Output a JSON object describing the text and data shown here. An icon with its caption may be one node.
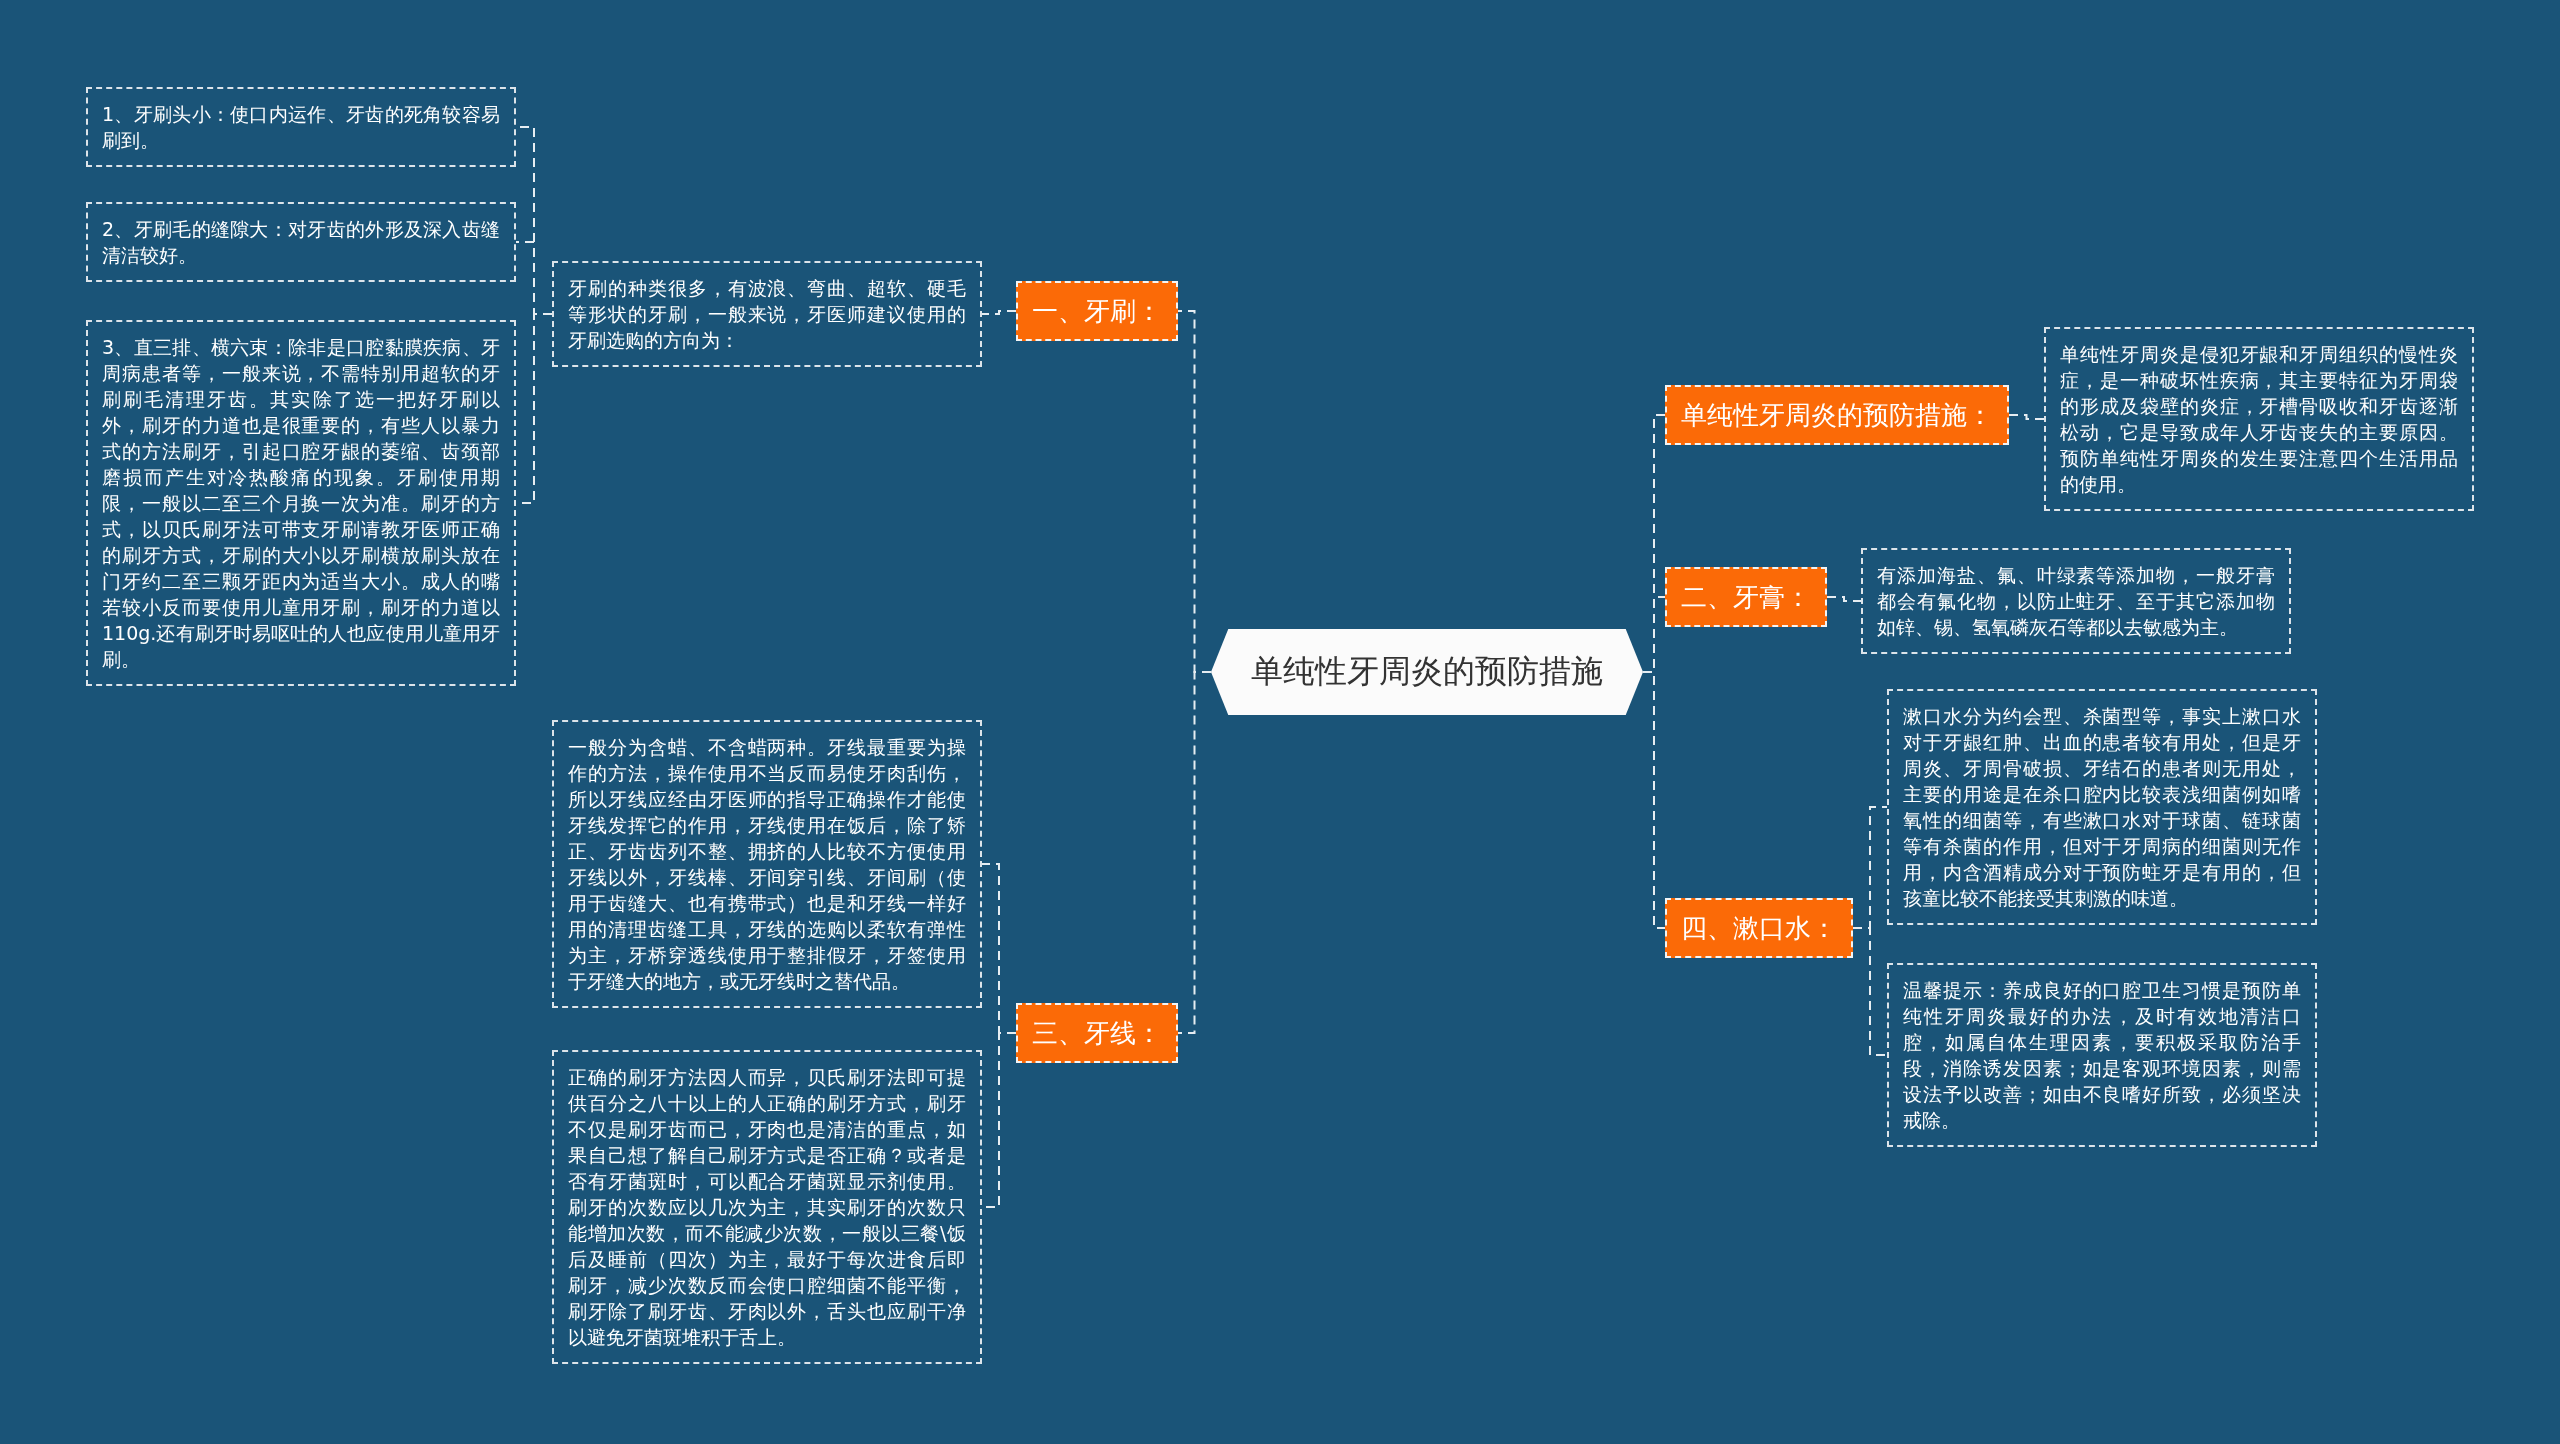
{
  "diagram": {
    "nodes": [
      {
        "text": [
          "单纯性牙周炎的预防措施"
        ]
      },
      {
        "text": [
          "一、牙刷："
        ]
      },
      {
        "text": [
          "牙刷的种类很多，有波浪、弯曲、超软、硬毛等形状的牙刷，一般来说，牙医师建议使用的牙刷选购的方向为："
        ]
      },
      {
        "text": [
          "1、牙刷头小：使口内运作、牙齿的死角较容易刷到。"
        ]
      },
      {
        "text": [
          "2、牙刷毛的缝隙大：对牙齿的外形及深入齿缝清洁较好。"
        ]
      },
      {
        "text": [
          "3、直三排、横六束：除非是口腔黏膜疾病、牙周病患者等，一般来说，不需特别用超软的牙刷刷毛清理牙齿。其实除了选一把好牙刷以外，刷牙的力道也是很重要的，有些人以暴力式的方法刷牙，引起口腔牙龈的萎缩、齿颈部磨损而产生对冷热酸痛的现象。牙刷使用期限，一般以二至三个月换一次为准。刷牙的方式，以贝氏刷牙法可带支牙刷请教牙医师正确的刷牙方式，牙刷的大小以牙刷横放刷头放在门牙约二至三颗牙距内为适当大小。成人的嘴若较小反而要使用儿童用牙刷，刷牙的力道以110g.还有刷牙时易呕吐的人也应使用儿童用牙刷。"
        ]
      },
      {
        "text": [
          "三、牙线："
        ]
      },
      {
        "text": [
          "一般分为含蜡、不含蜡两种。牙线最重要为操作的方法，操作使用不当反而易使牙肉刮伤，所以牙线应经由牙医师的指导正确操作才能使牙线发挥它的作用，牙线使用在饭后，除了矫正、牙齿齿列不整、拥挤的人比较不方便使用牙线以外，牙线棒、牙间穿引线、牙间刷（使用于齿缝大、也有携带式）也是和牙线一样好用的清理齿缝工具，牙线的选购以柔软有弹性为主，牙桥穿透线使用于整排假牙，牙签使用于牙缝大的地方，或无牙线时之替代品。"
        ]
      },
      {
        "text": [
          "正确的刷牙方法因人而异，贝氏刷牙法即可提供百分之八十以上的人正确的刷牙方式，刷牙不仅是刷牙齿而已，牙肉也是清洁的重点，如果自己想了解自己刷牙方式是否正确？或者是否有牙菌斑时，可以配合牙菌斑显示剂使用。刷牙的次数应以几次为主，其实刷牙的次数只能增加次数，而不能减少次数，一般以三餐\\饭后及睡前（四次）为主，最好于每次进食后即刷牙，减少次数反而会使口腔细菌不能平衡，刷牙除了刷牙齿、牙肉以外，舌头也应刷干净以避免牙菌斑堆积于舌上。"
        ]
      },
      {
        "text": [
          "单纯性牙周炎的预防措施："
        ]
      },
      {
        "text": [
          "单纯性牙周炎是侵犯牙龈和牙周组织的慢性炎症，是一种破坏性疾病，其主要特征为牙周袋的形成及袋壁的炎症，牙槽骨吸收和牙齿逐渐松动，它是导致成年人牙齿丧失的主要原因。预防单纯性牙周炎的发生要注意四个生活用品的使用。"
        ]
      },
      {
        "text": [
          "二、牙膏："
        ]
      },
      {
        "text": [
          "有添加海盐、氟、叶绿素等添加物，一般牙膏都会有氟化物，以防止蛀牙、至于其它添加物如锌、锡、氢氧磷灰石等都以去敏感为主。"
        ]
      },
      {
        "text": [
          "四、漱口水："
        ]
      },
      {
        "text": [
          "漱口水分为约会型、杀菌型等，事实上漱口水对于牙龈红肿、出血的患者较有用处，但是牙周炎、牙周骨破损、牙结石的患者则无用处，主要的用途是在杀口腔内比较表浅细菌例如嗜氧性的细菌等，有些漱口水对于球菌、链球菌等有杀菌的作用，但对于牙周病的细菌则无作用，内含酒精成分对于预防蛀牙是有用的，但孩童比较不能接受其刺激的味道。"
        ]
      },
      {
        "text": [
          "温馨提示：养成良好的口腔卫生习惯是预防单纯性牙周炎最好的办法，及时有效地清洁口腔，如属自体生理因素，要积极采取防治手段，消除诱发因素；如是客观环境因素，则需设法予以改善；如由不良嗜好所致，必须坚决戒除。"
        ]
      }
    ],
    "edges": [
      {
        "from": 0,
        "to": 1,
        "arrow": "none",
        "style": "dashed"
      },
      {
        "from": 1,
        "to": 2,
        "arrow": "none",
        "style": "dashed"
      },
      {
        "from": 2,
        "to": 3,
        "arrow": "none",
        "style": "dashed"
      },
      {
        "from": 2,
        "to": 4,
        "arrow": "none",
        "style": "dashed"
      },
      {
        "from": 2,
        "to": 5,
        "arrow": "none",
        "style": "dashed"
      },
      {
        "from": 0,
        "to": 6,
        "arrow": "none",
        "style": "dashed"
      },
      {
        "from": 6,
        "to": 7,
        "arrow": "none",
        "style": "dashed"
      },
      {
        "from": 6,
        "to": 8,
        "arrow": "none",
        "style": "dashed"
      },
      {
        "from": 0,
        "to": 9,
        "arrow": "none",
        "style": "dashed"
      },
      {
        "from": 9,
        "to": 10,
        "arrow": "none",
        "style": "dashed"
      },
      {
        "from": 0,
        "to": 11,
        "arrow": "none",
        "style": "dashed"
      },
      {
        "from": 11,
        "to": 12,
        "arrow": "none",
        "style": "dashed"
      },
      {
        "from": 0,
        "to": 13,
        "arrow": "none",
        "style": "dashed"
      },
      {
        "from": 13,
        "to": 14,
        "arrow": "none",
        "style": "dashed"
      },
      {
        "from": 13,
        "to": 15,
        "arrow": "none",
        "style": "dashed"
      }
    ]
  }
}
